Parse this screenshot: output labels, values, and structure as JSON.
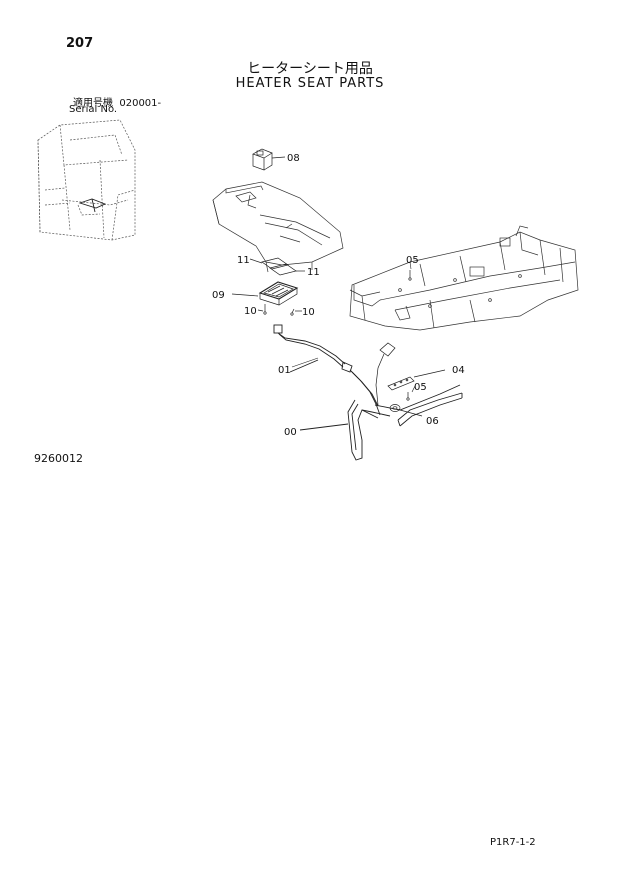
{
  "header": {
    "page_number": "207",
    "title_jp": "ヒーターシート用品",
    "title_en": "HEATER SEAT PARTS",
    "serial_label_jp": "適用号機",
    "serial_value": "020001-",
    "serial_label_en": "Serial No."
  },
  "figure": {
    "figure_number": "9260012",
    "callouts": {
      "c08": "08",
      "c05a": "05",
      "c11a": "11",
      "c11b": "11",
      "c09": "09",
      "c10a": "10",
      "c10b": "10",
      "c01": "01",
      "c04": "04",
      "c05b": "05",
      "c06": "06",
      "c00": "00"
    }
  },
  "footer": {
    "page_code": "P1R7-1-2"
  }
}
